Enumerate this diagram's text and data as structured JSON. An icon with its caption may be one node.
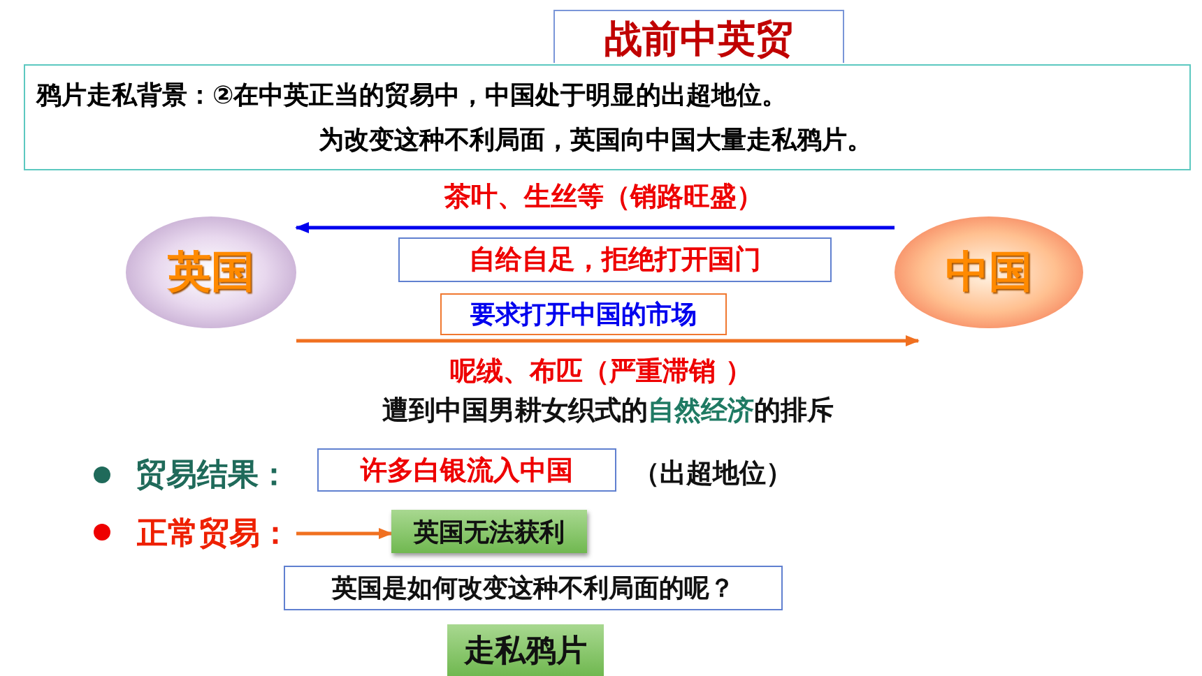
{
  "diagram": {
    "nodes": [
      {
        "text": [
          "战前中英贸"
        ]
      },
      {
        "text": [
          "鸦片走私背景：②在中英正当的贸易中，中国处于明显的出超地位。",
          "为改变这种不利局面，英国向中国大量走私鸦片。"
        ]
      },
      {
        "text": [
          "英国"
        ]
      },
      {
        "text": [
          "中国"
        ]
      },
      {
        "text": [
          "自给自足，拒绝打开国门"
        ]
      },
      {
        "text": [
          "要求打开中国的市场"
        ]
      },
      {
        "text": [
          "许多白银流入中国"
        ]
      },
      {
        "text": [
          "正常贸易："
        ]
      },
      {
        "text": [
          "英国无法获利"
        ]
      },
      {
        "text": [
          "英国是如何改变这种不利局面的呢？"
        ]
      },
      {
        "text": [
          "走私鸦片"
        ]
      }
    ],
    "edges": [
      {
        "from": 3,
        "to": 2,
        "arrow": "to",
        "label": "茶叶、生丝等（销路旺盛）",
        "color": "#0000ee"
      },
      {
        "from": 2,
        "to": 3,
        "arrow": "to",
        "label": "呢绒、布匹（严重滞销 ）"
      },
      {
        "from": 7,
        "to": 8,
        "arrow": "to"
      }
    ],
    "labels": [
      "遭到中国男耕女织式的**自然经济**的排斥",
      "贸易结果：",
      "（出超地位）"
    ]
  }
}
